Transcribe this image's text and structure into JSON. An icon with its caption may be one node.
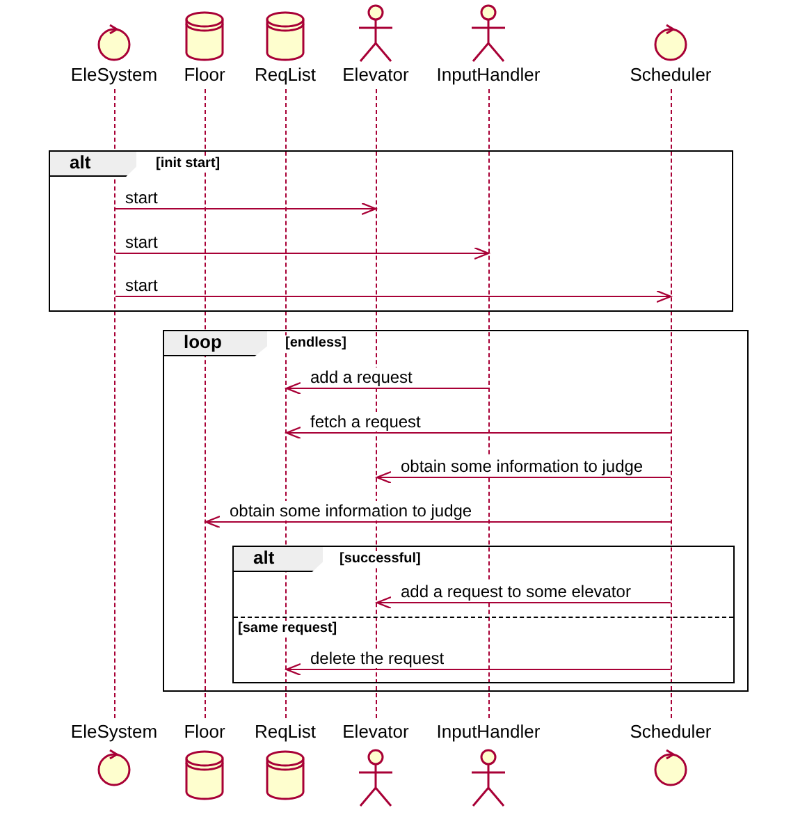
{
  "diagram": {
    "nodes": [
      {
        "text": [
          "EleSystem"
        ]
      },
      {
        "text": [
          "Floor"
        ]
      },
      {
        "text": [
          "ReqList"
        ]
      },
      {
        "text": [
          "Elevator"
        ]
      },
      {
        "text": [
          "InputHandler"
        ]
      },
      {
        "text": [
          "Scheduler"
        ]
      },
      {
        "text": [],
        "shape": "bar"
      },
      {
        "text": [],
        "shape": "bar"
      },
      {
        "text": [],
        "shape": "bar"
      },
      {
        "text": [],
        "shape": "bar"
      },
      {
        "text": [],
        "shape": "bar"
      },
      {
        "text": [],
        "shape": "bar"
      },
      {
        "text": [
          "[init start]"
        ]
      },
      {
        "text": [
          "alt"
        ],
        "in": 12
      },
      {
        "text": [
          "[endless]"
        ]
      },
      {
        "text": [
          "loop"
        ],
        "in": 14
      },
      {
        "text": [
          "[successful]",
          "[same request]"
        ],
        "in": 14
      },
      {
        "text": [
          "alt"
        ],
        "in": 16
      },
      {
        "text": [
          "EleSystem"
        ]
      },
      {
        "text": [
          "Floor"
        ]
      },
      {
        "text": [
          "ReqList"
        ]
      },
      {
        "text": [
          "Elevator"
        ]
      },
      {
        "text": [
          "InputHandler"
        ]
      },
      {
        "text": [
          "Scheduler"
        ]
      }
    ],
    "edges": [
      {
        "from": 6,
        "to": 9,
        "arrow": "to",
        "label": "start"
      },
      {
        "from": 6,
        "to": 10,
        "arrow": "to",
        "label": "start"
      },
      {
        "from": 6,
        "to": 11,
        "arrow": "to",
        "label": "start"
      },
      {
        "from": 10,
        "to": 8,
        "arrow": "to",
        "label": "add a request"
      },
      {
        "from": 11,
        "to": 8,
        "arrow": "to",
        "label": "fetch a request"
      },
      {
        "from": 11,
        "to": 9,
        "arrow": "to",
        "label": "obtain some information to judge"
      },
      {
        "from": 11,
        "to": 7,
        "arrow": "to",
        "label": "obtain some information to judge"
      },
      {
        "from": 11,
        "to": 9,
        "arrow": "to",
        "label": "add a request to some elevator"
      },
      {
        "from": 11,
        "to": 8,
        "arrow": "to",
        "label": "delete the request"
      }
    ]
  }
}
